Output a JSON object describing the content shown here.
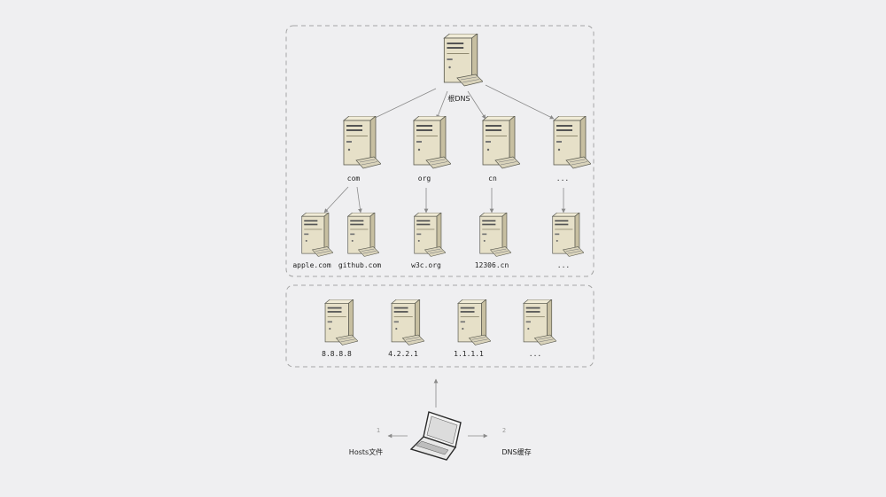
{
  "diagram": {
    "colors": {
      "background": "#efeff1",
      "server_case": "#e6e0c8",
      "server_side": "#c7bfa1",
      "outline": "#5a5a50",
      "arrow": "#8a8a8a",
      "dashed_border": "#a6a6a6"
    },
    "hierarchy": {
      "root": {
        "label": "根DNS",
        "icon": "server-icon"
      },
      "tlds": [
        {
          "label": "com",
          "icon": "server-icon"
        },
        {
          "label": "org",
          "icon": "server-icon"
        },
        {
          "label": "cn",
          "icon": "server-icon"
        },
        {
          "label": "...",
          "icon": "server-icon"
        }
      ],
      "domains": [
        {
          "label": "apple.com",
          "icon": "server-icon"
        },
        {
          "label": "github.com",
          "icon": "server-icon"
        },
        {
          "label": "w3c.org",
          "icon": "server-icon"
        },
        {
          "label": "12306.cn",
          "icon": "server-icon"
        },
        {
          "label": "...",
          "icon": "server-icon"
        }
      ]
    },
    "public_dns": [
      {
        "label": "8.8.8.8",
        "icon": "server-icon"
      },
      {
        "label": "4.2.2.1",
        "icon": "server-icon"
      },
      {
        "label": "1.1.1.1",
        "icon": "server-icon"
      },
      {
        "label": "...",
        "icon": "server-icon"
      }
    ],
    "client": {
      "icon": "laptop-icon",
      "left_label": "Hosts文件",
      "right_label": "DNS缓存",
      "left_step": "1",
      "right_step": "2"
    }
  }
}
